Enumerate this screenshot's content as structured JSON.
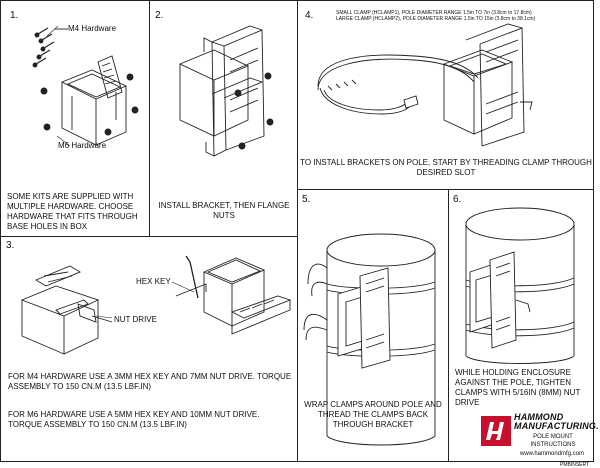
{
  "steps": [
    {
      "number": "1.",
      "callouts": [
        "M4 Hardware",
        "M6 Hardware"
      ],
      "caption": "SOME KITS ARE SUPPLIED WITH MULTIPLE HARDWARE. CHOOSE HARDWARE THAT FITS THROUGH BASE HOLES IN BOX"
    },
    {
      "number": "2.",
      "caption": "INSTALL BRACKET, THEN FLANGE NUTS"
    },
    {
      "number": "3.",
      "callouts": [
        "HEX KEY",
        "NUT DRIVE"
      ],
      "instructions": [
        "FOR M4 HARDWARE USE A 3mm HEX KEY AND 7mm NUT DRIVE. TORQUE ASSEMBLY TO 150 cN.m (13.5 lbf.in)",
        "FOR M6 HARDWARE USE A 5mm HEX KEY AND 10mm NUT DRIVE. TORQUE ASSEMBLY TO 150 cN.m (13.5 lbf.in)"
      ]
    },
    {
      "number": "4.",
      "clamp_ranges": [
        "SMALL CLAMP (HCLAMP1), POLE DIAMETER RANGE 1.5in TO 7in (3.8cm to 17.8cm)",
        "LARGE CLAMP (HCLAMP2), POLE DIAMETER RANGE 1.5in TO 15in (3.8cm to 38.1cm)"
      ],
      "caption": "TO INSTALL BRACKETS ON POLE, START BY THREADING CLAMP THROUGH DESIRED SLOT"
    },
    {
      "number": "5.",
      "caption": "WRAP CLAMPS AROUND POLE AND THREAD THE CLAMPS BACK THROUGH BRACKET"
    },
    {
      "number": "6.",
      "caption": "WHILE HOLDING ENCLOSURE AGAINST THE POLE, TIGHTEN CLAMPS WITH 5/16in (8mm) NUT DRIVE"
    }
  ],
  "logo": {
    "name_line1": "HAMMOND",
    "name_line2": "MANUFACTURING.",
    "subtitle_line1": "POLE MOUNT",
    "subtitle_line2": "INSTRUCTIONS",
    "website": "www.hammondmfg.com",
    "document_number": "PMBINSERT",
    "colors": {
      "brand_red": "#c8102e"
    }
  }
}
